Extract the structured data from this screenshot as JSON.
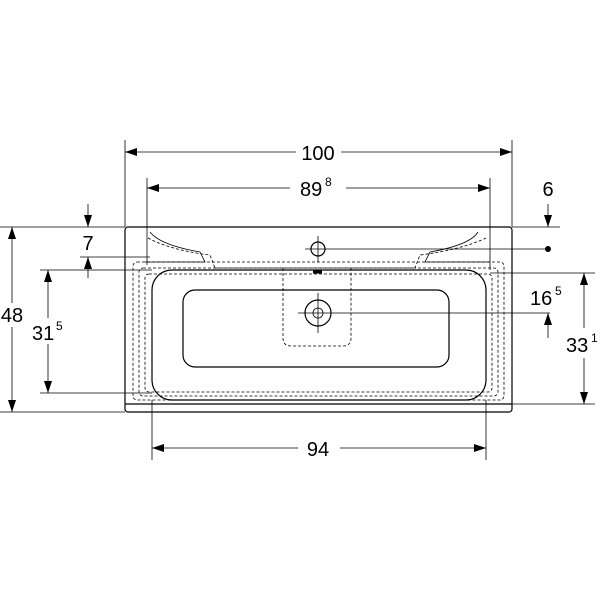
{
  "drawing": {
    "top_view": {
      "dimensions": {
        "overall_width": {
          "main": "100",
          "sup": ""
        },
        "inner_width": {
          "main": "89",
          "sup": "8"
        },
        "bottom_width": {
          "main": "94",
          "sup": ""
        },
        "overall_depth": {
          "main": "48",
          "sup": ""
        },
        "inner_depth": {
          "main": "31",
          "sup": "5"
        },
        "tap_hole_offset": {
          "main": "7",
          "sup": ""
        },
        "tap_hole_right": {
          "main": "6",
          "sup": ""
        },
        "drain_offset": {
          "main": "16",
          "sup": "5"
        },
        "right_depth": {
          "main": "33",
          "sup": "1"
        }
      }
    }
  }
}
